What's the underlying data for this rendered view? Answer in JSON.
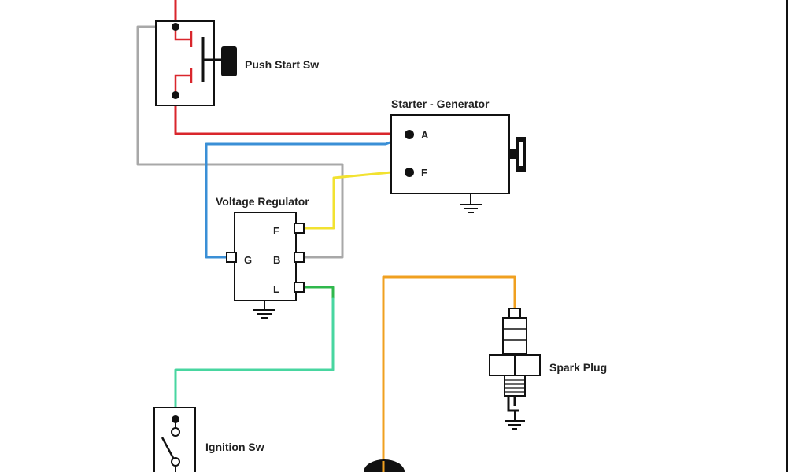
{
  "labels": {
    "push_start": "Push Start Sw",
    "starter_generator": "Starter - Generator",
    "voltage_regulator": "Voltage Regulator",
    "spark_plug": "Spark Plug",
    "ignition": "Ignition Sw"
  },
  "terminals": {
    "sg_a": "A",
    "sg_f": "F",
    "vr_f": "F",
    "vr_g": "G",
    "vr_b": "B",
    "vr_l": "L"
  },
  "colors": {
    "red": "#d9262c",
    "blue": "#3a8fd6",
    "gray": "#a8a8a8",
    "yellow": "#f2e230",
    "green": "#48d6a0",
    "green_dark": "#2fb84c",
    "orange": "#f0a020"
  },
  "icons": {
    "ground": "ground-symbol",
    "pulley": "pulley-icon",
    "switch": "switch-icon"
  }
}
